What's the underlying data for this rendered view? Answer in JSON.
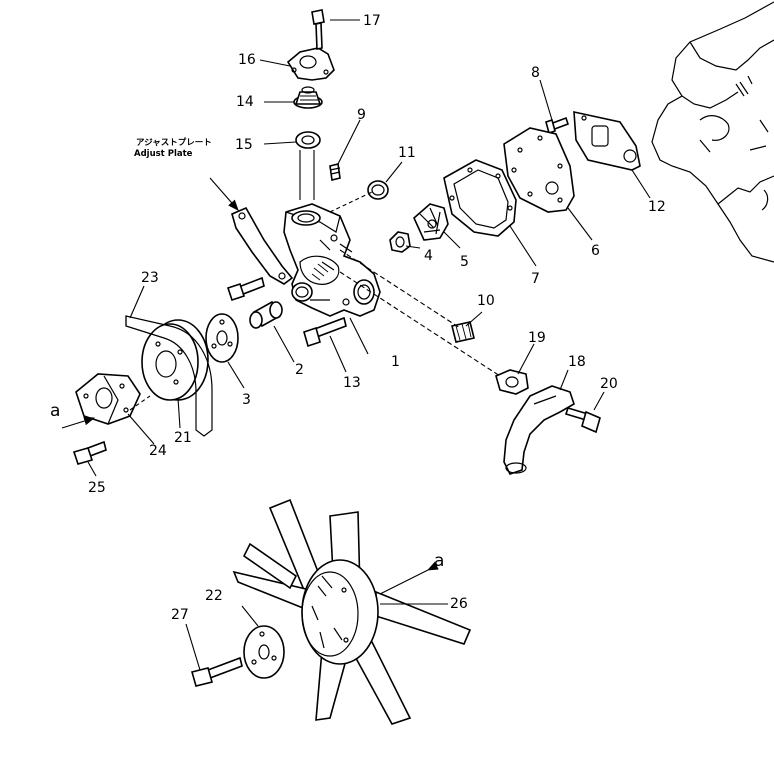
{
  "diagram": {
    "parts": [
      {
        "num": "1"
      },
      {
        "num": "2"
      },
      {
        "num": "3"
      },
      {
        "num": "4"
      },
      {
        "num": "5"
      },
      {
        "num": "6"
      },
      {
        "num": "7"
      },
      {
        "num": "8"
      },
      {
        "num": "9"
      },
      {
        "num": "10"
      },
      {
        "num": "11"
      },
      {
        "num": "12"
      },
      {
        "num": "13"
      },
      {
        "num": "14"
      },
      {
        "num": "15"
      },
      {
        "num": "16"
      },
      {
        "num": "17"
      },
      {
        "num": "18"
      },
      {
        "num": "19"
      },
      {
        "num": "20"
      },
      {
        "num": "21"
      },
      {
        "num": "22"
      },
      {
        "num": "23"
      },
      {
        "num": "24"
      },
      {
        "num": "25"
      },
      {
        "num": "26"
      },
      {
        "num": "27"
      }
    ],
    "adjust_plate_jp": "アジャストプレート",
    "adjust_plate_en": "Adjust  Plate",
    "view_ref_left": "a",
    "view_ref_right": "a"
  }
}
